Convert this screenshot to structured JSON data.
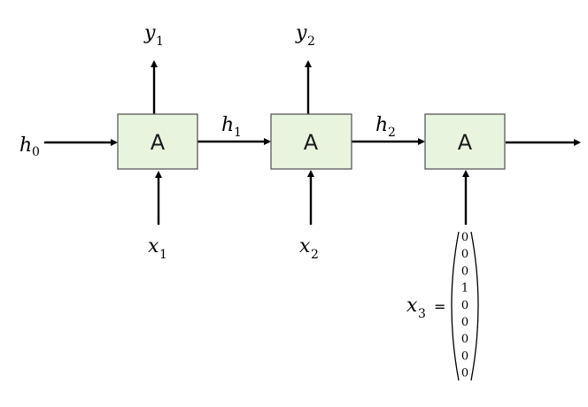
{
  "diagram": {
    "title": "Unrolled recurrent neural network",
    "cells": [
      {
        "label": "A",
        "input": {
          "base": "x",
          "sub": "1"
        },
        "output": {
          "base": "y",
          "sub": "1"
        }
      },
      {
        "label": "A",
        "input": {
          "base": "x",
          "sub": "2"
        },
        "output": {
          "base": "y",
          "sub": "2"
        }
      },
      {
        "label": "A",
        "input": {
          "base": "x",
          "sub": "3"
        },
        "output": null
      }
    ],
    "hidden_states": [
      {
        "base": "h",
        "sub": "0"
      },
      {
        "base": "h",
        "sub": "1"
      },
      {
        "base": "h",
        "sub": "2"
      }
    ],
    "one_hot": {
      "equals": "=",
      "values": [
        "0",
        "0",
        "0",
        "1",
        "0",
        "0",
        "0",
        "0",
        "0"
      ]
    },
    "colors": {
      "cell_fill": "#E8F4DE",
      "cell_border": "#595959",
      "arrow": "#000000"
    }
  }
}
